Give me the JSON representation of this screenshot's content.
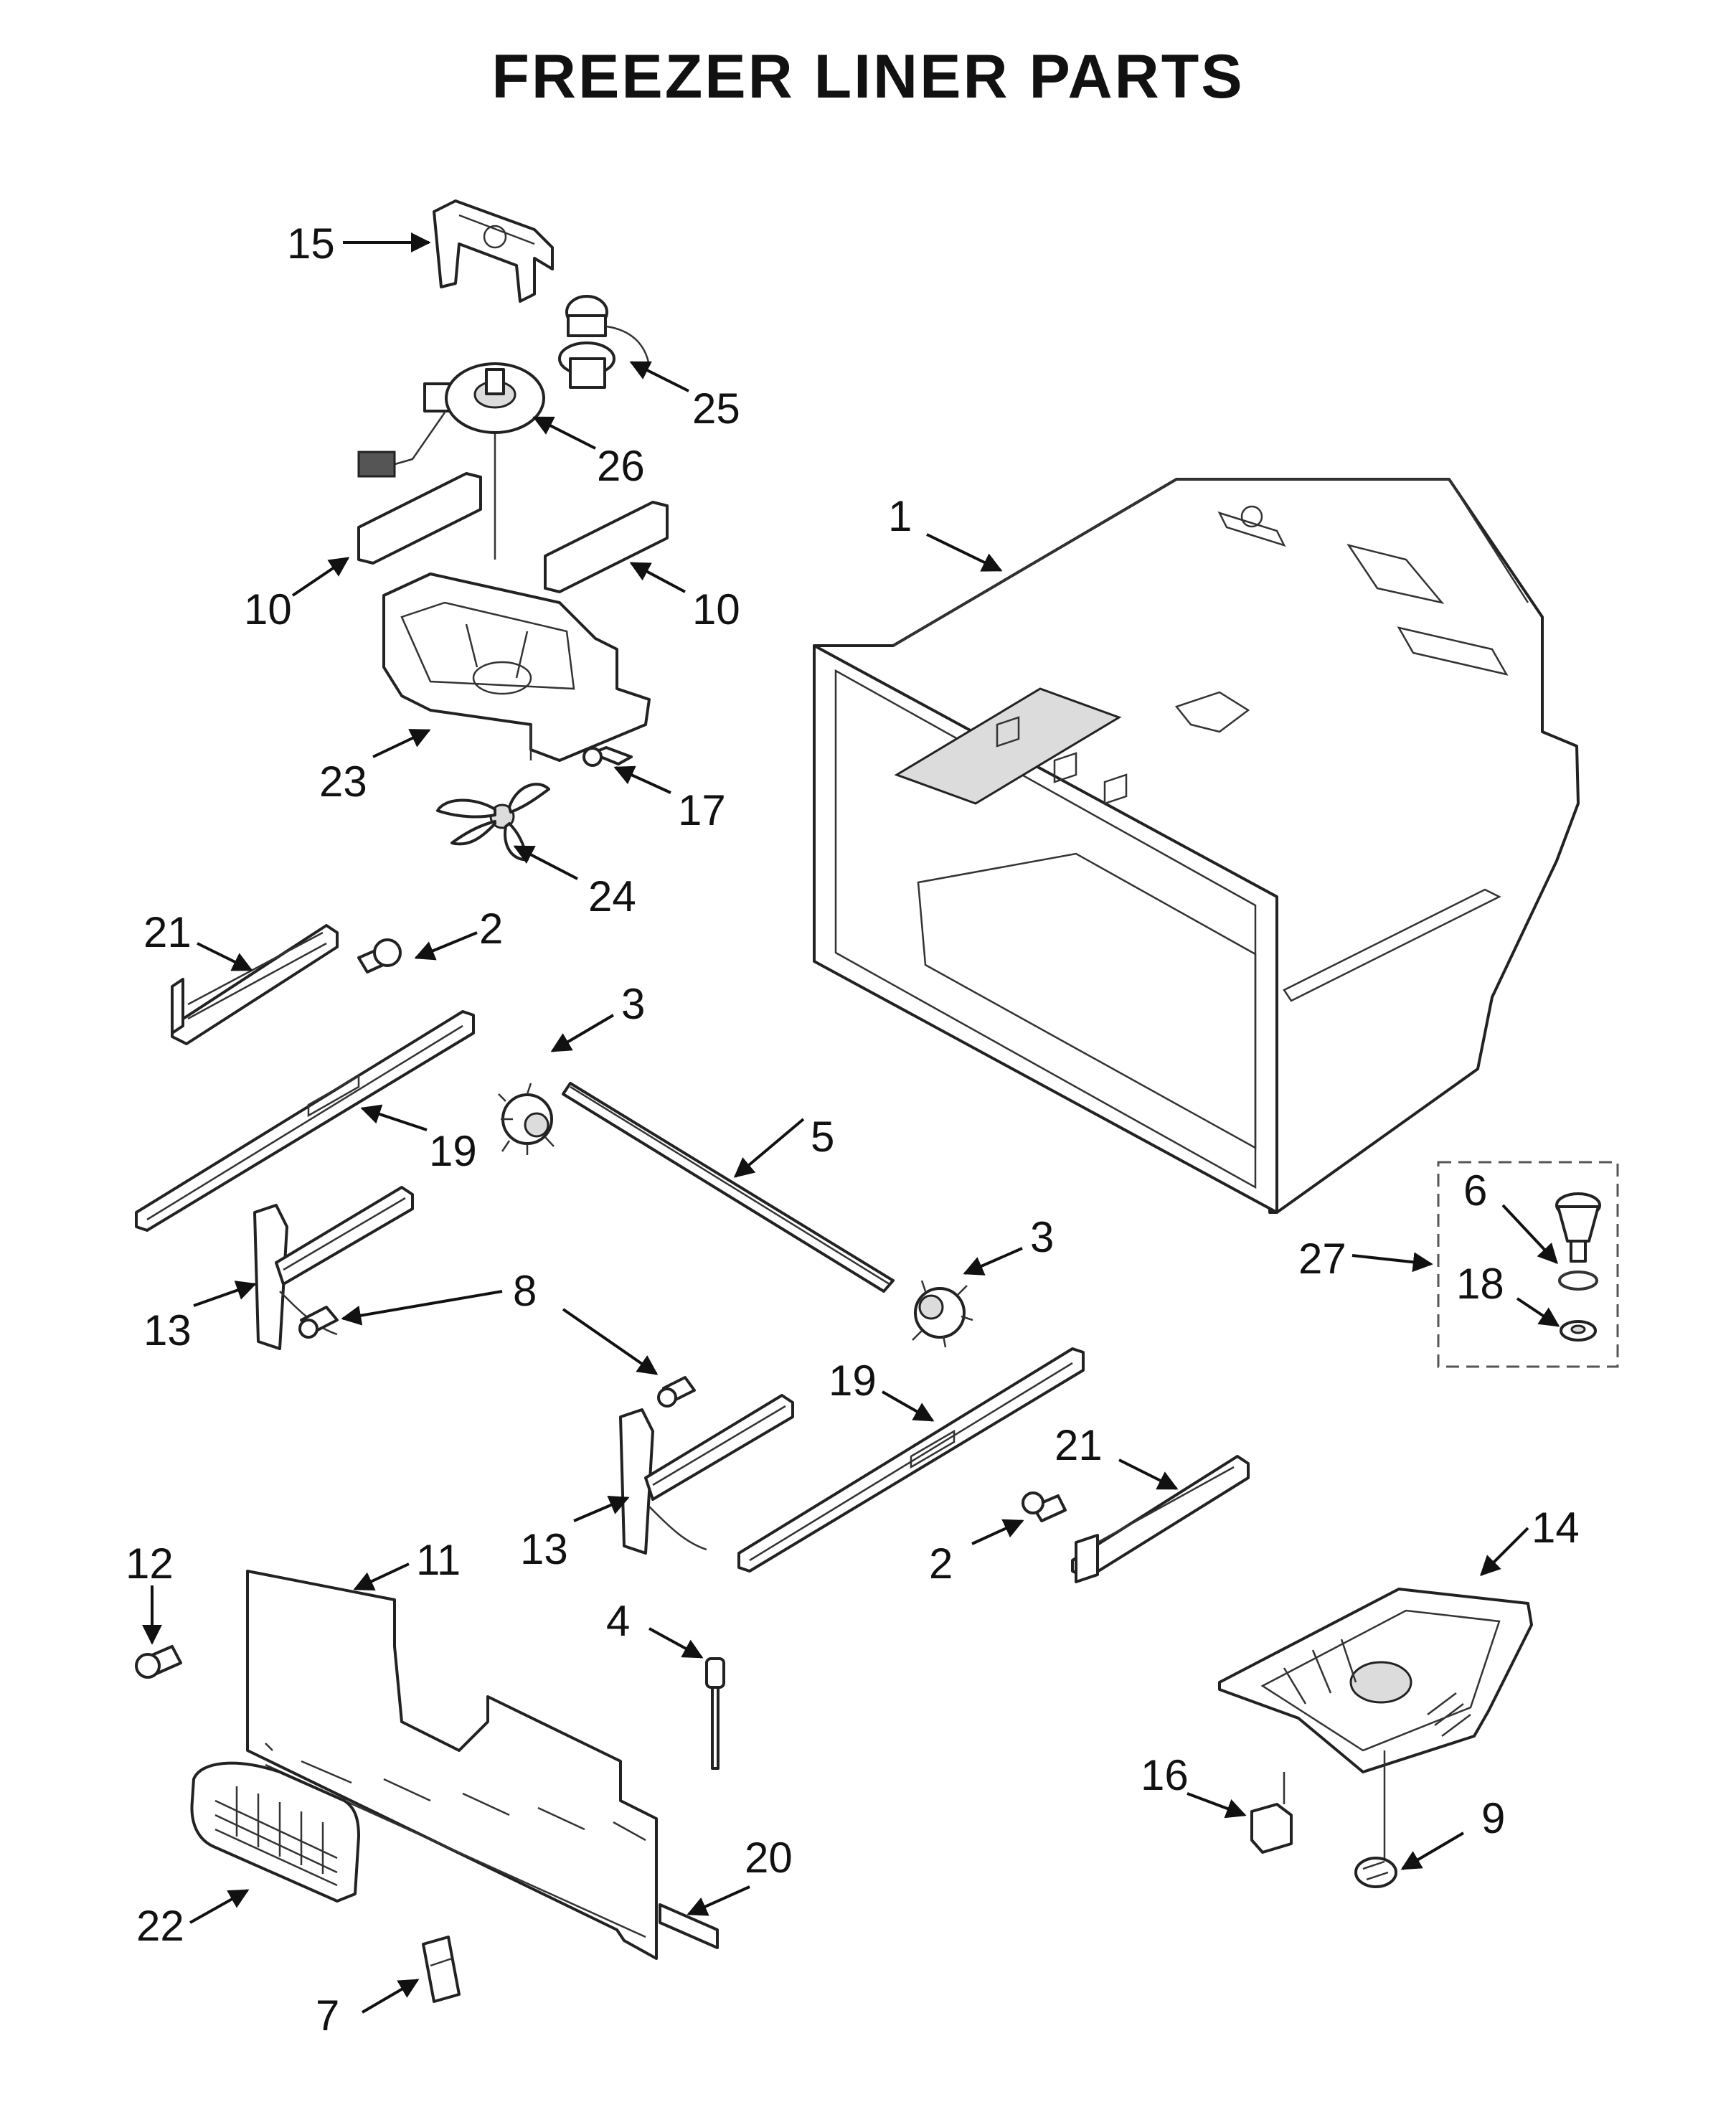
{
  "title": "FREEZER LINER PARTS",
  "callouts": [
    {
      "id": "c15",
      "label": "15"
    },
    {
      "id": "c25",
      "label": "25"
    },
    {
      "id": "c26",
      "label": "26"
    },
    {
      "id": "c1",
      "label": "1"
    },
    {
      "id": "c10a",
      "label": "10"
    },
    {
      "id": "c10b",
      "label": "10"
    },
    {
      "id": "c23",
      "label": "23"
    },
    {
      "id": "c17",
      "label": "17"
    },
    {
      "id": "c24",
      "label": "24"
    },
    {
      "id": "c21a",
      "label": "21"
    },
    {
      "id": "c2a",
      "label": "2"
    },
    {
      "id": "c3a",
      "label": "3"
    },
    {
      "id": "c19a",
      "label": "19"
    },
    {
      "id": "c5",
      "label": "5"
    },
    {
      "id": "c6",
      "label": "6"
    },
    {
      "id": "c3b",
      "label": "3"
    },
    {
      "id": "c27",
      "label": "27"
    },
    {
      "id": "c18",
      "label": "18"
    },
    {
      "id": "c13a",
      "label": "13"
    },
    {
      "id": "c8",
      "label": "8"
    },
    {
      "id": "c19b",
      "label": "19"
    },
    {
      "id": "c21b",
      "label": "21"
    },
    {
      "id": "c14",
      "label": "14"
    },
    {
      "id": "c13b",
      "label": "13"
    },
    {
      "id": "c2b",
      "label": "2"
    },
    {
      "id": "c12",
      "label": "12"
    },
    {
      "id": "c11",
      "label": "11"
    },
    {
      "id": "c4",
      "label": "4"
    },
    {
      "id": "c16",
      "label": "16"
    },
    {
      "id": "c9",
      "label": "9"
    },
    {
      "id": "c20",
      "label": "20"
    },
    {
      "id": "c22",
      "label": "22"
    },
    {
      "id": "c7",
      "label": "7"
    }
  ]
}
